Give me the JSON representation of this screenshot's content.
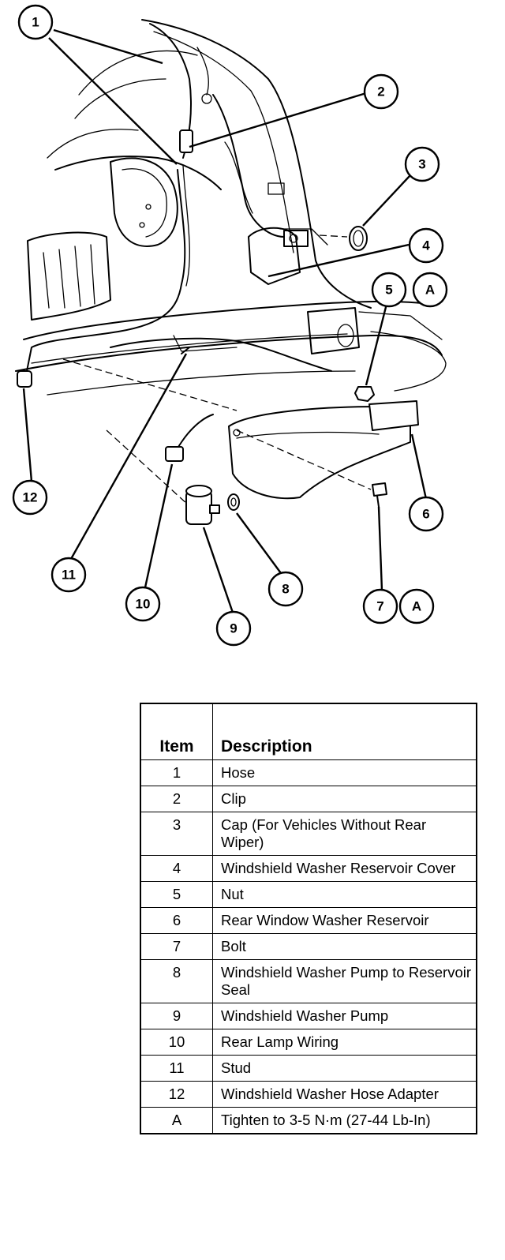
{
  "callouts": [
    "1",
    "2",
    "3",
    "4",
    "5",
    "A",
    "6",
    "7",
    "A",
    "8",
    "9",
    "10",
    "11",
    "12"
  ],
  "table": {
    "header_item": "Item",
    "header_description": "Description",
    "rows": [
      {
        "item": "1",
        "description": "Hose"
      },
      {
        "item": "2",
        "description": "Clip"
      },
      {
        "item": "3",
        "description": "Cap (For Vehicles Without Rear Wiper)"
      },
      {
        "item": "4",
        "description": "Windshield Washer Reservoir Cover"
      },
      {
        "item": "5",
        "description": "Nut"
      },
      {
        "item": "6",
        "description": "Rear Window Washer Reservoir"
      },
      {
        "item": "7",
        "description": "Bolt"
      },
      {
        "item": "8",
        "description": "Windshield Washer Pump to Reservoir Seal"
      },
      {
        "item": "9",
        "description": "Windshield Washer Pump"
      },
      {
        "item": "10",
        "description": "Rear Lamp Wiring"
      },
      {
        "item": "11",
        "description": "Stud"
      },
      {
        "item": "12",
        "description": "Windshield Washer Hose Adapter"
      },
      {
        "item": "A",
        "description": "Tighten to 3-5 N·m (27-44 Lb-In)"
      }
    ]
  }
}
